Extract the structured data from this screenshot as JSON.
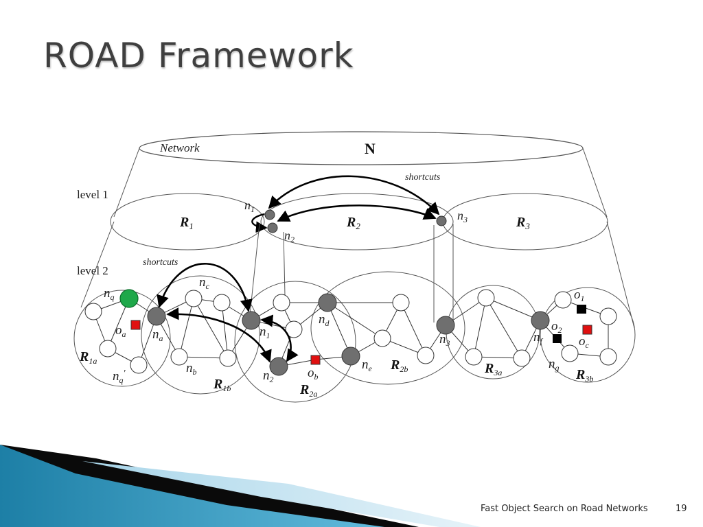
{
  "slide": {
    "title": "ROAD Framework",
    "footer_text": "Fast Object Search on Road Networks",
    "page_number": "19"
  },
  "diagram": {
    "network_label": "Network",
    "network_symbol": "N",
    "level1_label": "level 1",
    "level2_label": "level 2",
    "shortcuts_label": "shortcuts",
    "regions": {
      "R1": {
        "main": "R",
        "sub": "1"
      },
      "R2": {
        "main": "R",
        "sub": "2"
      },
      "R3": {
        "main": "R",
        "sub": "3"
      },
      "R1a": {
        "main": "R",
        "sub": "1a"
      },
      "R1b": {
        "main": "R",
        "sub": "1b"
      },
      "R2a": {
        "main": "R",
        "sub": "2a"
      },
      "R2b": {
        "main": "R",
        "sub": "2b"
      },
      "R3a": {
        "main": "R",
        "sub": "3a"
      },
      "R3b": {
        "main": "R",
        "sub": "3b"
      }
    },
    "nodes": {
      "n1": {
        "main": "n",
        "sub": "1"
      },
      "n2": {
        "main": "n",
        "sub": "2"
      },
      "n3": {
        "main": "n",
        "sub": "3"
      },
      "nq": {
        "main": "n",
        "sub": "q"
      },
      "nq_prime": {
        "main": "n",
        "sub": "q",
        "prime": "′"
      },
      "na": {
        "main": "n",
        "sub": "a"
      },
      "nb": {
        "main": "n",
        "sub": "b"
      },
      "nc": {
        "main": "n",
        "sub": "c"
      },
      "nd": {
        "main": "n",
        "sub": "d"
      },
      "ne": {
        "main": "n",
        "sub": "e"
      },
      "nf": {
        "main": "n",
        "sub": "f"
      },
      "ng": {
        "main": "n",
        "sub": "g"
      }
    },
    "objects": {
      "oa": {
        "main": "o",
        "sub": "a"
      },
      "ob": {
        "main": "o",
        "sub": "b"
      },
      "oc": {
        "main": "o",
        "sub": "c"
      },
      "o1": {
        "main": "o",
        "sub": "1"
      },
      "o2": {
        "main": "o",
        "sub": "2"
      }
    }
  },
  "colors": {
    "query_node": "#1fa84a",
    "border_node": "#6f6f6f",
    "object_red": "#e01010",
    "object_black": "#000000",
    "title_text": "#3f3f3f"
  }
}
